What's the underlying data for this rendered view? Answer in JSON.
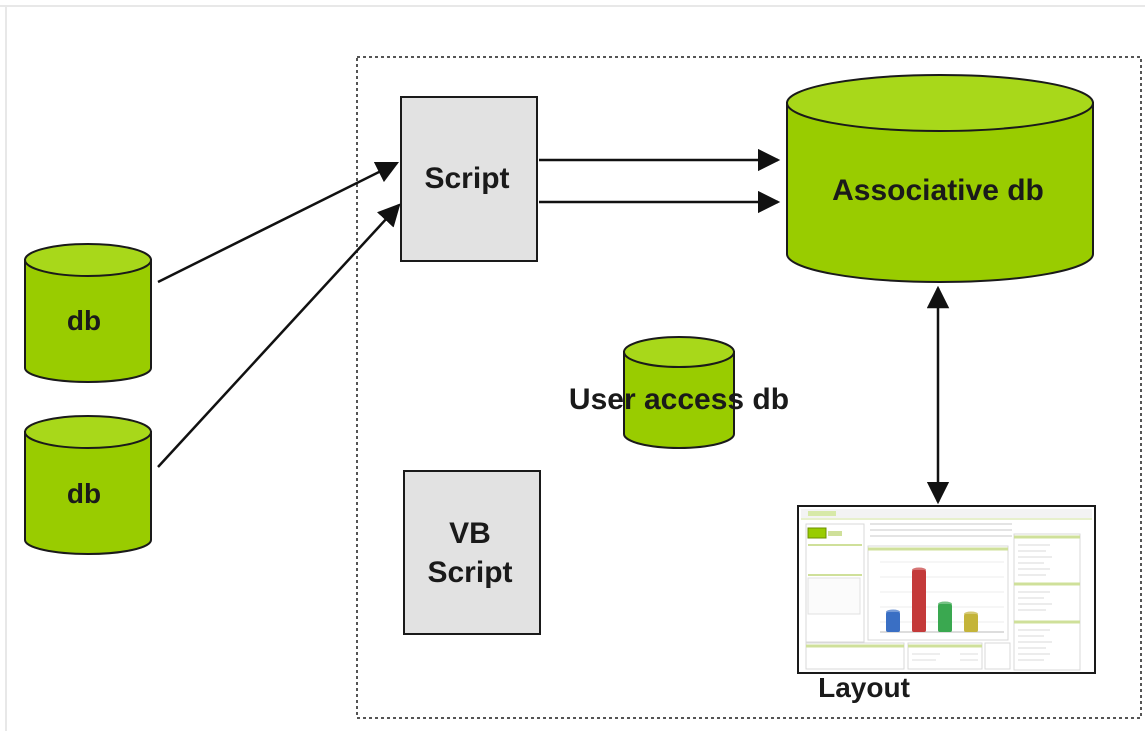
{
  "diagram": {
    "sources": [
      {
        "label": "db"
      },
      {
        "label": "db"
      }
    ],
    "script_box": {
      "label": "Script"
    },
    "vb_script_box": {
      "label_line1": "VB",
      "label_line2": "Script"
    },
    "associative_db": {
      "label": "Associative db"
    },
    "user_access_db": {
      "label": "User access db"
    },
    "layout": {
      "label": "Layout"
    }
  },
  "colors": {
    "cylinder_fill": "#99cc00",
    "cylinder_top": "#a8d81a",
    "script_fill": "#e2e2e2",
    "stroke": "#1a1a1a",
    "boundary": "#555555"
  },
  "layout_thumbnail_chart": {
    "type": "bar",
    "values": [
      20,
      62,
      28,
      18
    ],
    "colors": [
      "#3a6fc4",
      "#c43a3a",
      "#3aa850",
      "#c4b43a"
    ]
  }
}
